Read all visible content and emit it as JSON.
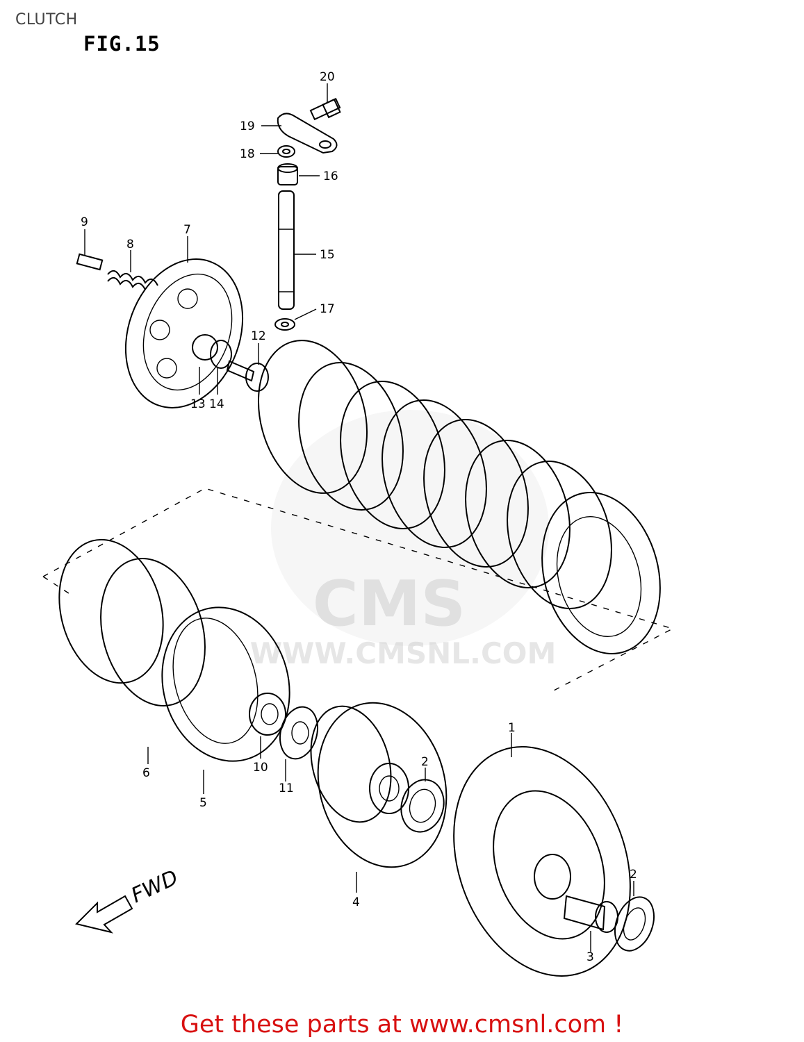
{
  "header": {
    "title": "CLUTCH"
  },
  "figure": {
    "label": "FIG.15"
  },
  "callouts": {
    "c1": "1",
    "c2a": "2",
    "c2b": "2",
    "c3": "3",
    "c4": "4",
    "c5": "5",
    "c6": "6",
    "c7": "7",
    "c8": "8",
    "c9": "9",
    "c10": "10",
    "c11": "11",
    "c12": "12",
    "c13": "13",
    "c14": "14",
    "c15": "15",
    "c16": "16",
    "c17": "17",
    "c18": "18",
    "c19": "19",
    "c20": "20"
  },
  "direction_label": "FWD",
  "watermark": {
    "brand": "CMS",
    "url": "WWW.CMSNL.COM"
  },
  "footer": {
    "cta": "Get these parts at www.cmsnl.com !"
  }
}
